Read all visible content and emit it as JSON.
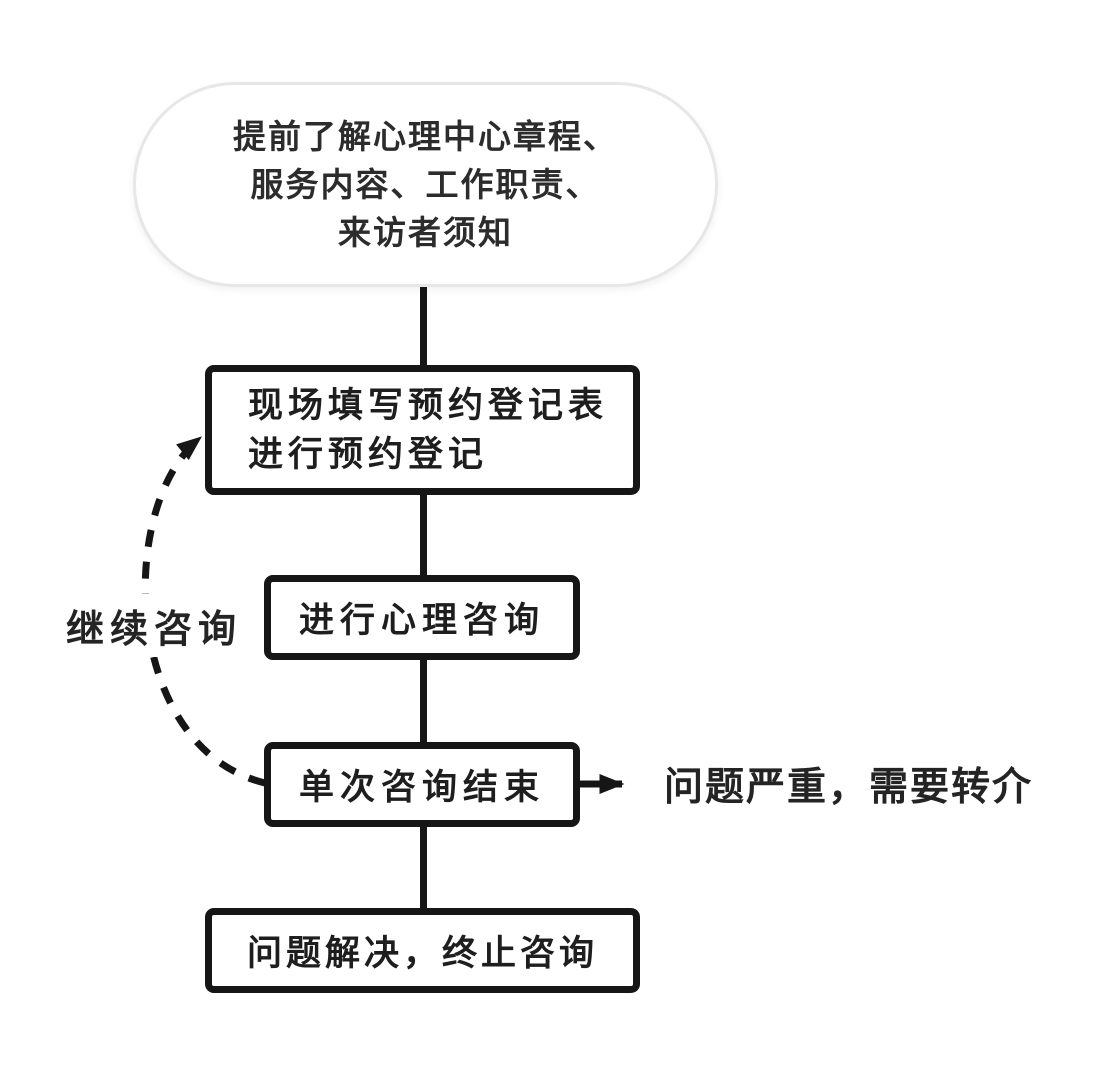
{
  "flowchart": {
    "nodes": {
      "start": {
        "lines": [
          "提前了解心理中心章程、",
          "服务内容、工作职责、",
          "来访者须知"
        ]
      },
      "register": {
        "lines": [
          "现场填写预约登记表",
          "进行预约登记"
        ]
      },
      "counseling": {
        "label": "进行心理咨询"
      },
      "session_end": {
        "label": "单次咨询结束"
      },
      "terminate": {
        "label": "问题解决，终止咨询"
      }
    },
    "edge_labels": {
      "referral": "问题严重，需要转介",
      "continue": "继续咨询"
    },
    "colors": {
      "stroke": "#161616",
      "text": "#1e1e1e",
      "stadium_border": "#e7e7e7",
      "background": "#ffffff"
    }
  }
}
